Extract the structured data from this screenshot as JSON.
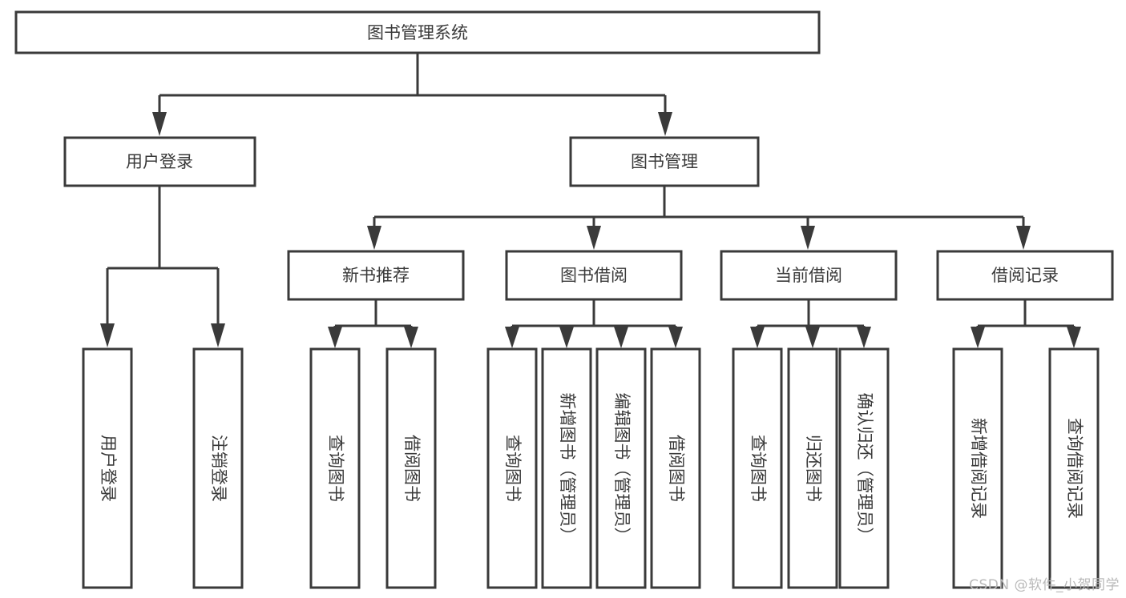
{
  "diagram": {
    "type": "tree",
    "title": "图书管理系统",
    "watermark": "CSDN @软件_小贺同学",
    "root": {
      "id": "root",
      "label": "图书管理系统",
      "shape": "rectangle"
    },
    "level1": [
      {
        "id": "user-login",
        "label": "用户登录"
      },
      {
        "id": "book-manage",
        "label": "图书管理"
      }
    ],
    "level2": [
      {
        "id": "new-book-recommend",
        "label": "新书推荐",
        "parent": "book-manage"
      },
      {
        "id": "book-borrow",
        "label": "图书借阅",
        "parent": "book-manage"
      },
      {
        "id": "current-borrow",
        "label": "当前借阅",
        "parent": "book-manage"
      },
      {
        "id": "borrow-record",
        "label": "借阅记录",
        "parent": "book-manage"
      }
    ],
    "leaves": {
      "user-login": [
        {
          "id": "leaf-user-login",
          "label": "用户登录"
        },
        {
          "id": "leaf-user-logout",
          "label": "注销登录"
        }
      ],
      "new-book-recommend": [
        {
          "id": "leaf-nbr-query",
          "label": "查询图书"
        },
        {
          "id": "leaf-nbr-borrow",
          "label": "借阅图书"
        }
      ],
      "book-borrow": [
        {
          "id": "leaf-bb-query",
          "label": "查询图书"
        },
        {
          "id": "leaf-bb-add",
          "label": "新增图书（管理员）"
        },
        {
          "id": "leaf-bb-edit",
          "label": "编辑图书（管理员）"
        },
        {
          "id": "leaf-bb-borrow",
          "label": "借阅图书"
        }
      ],
      "current-borrow": [
        {
          "id": "leaf-cb-query",
          "label": "查询图书"
        },
        {
          "id": "leaf-cb-return",
          "label": "归还图书"
        },
        {
          "id": "leaf-cb-confirm",
          "label": "确认归还（管理员）"
        }
      ],
      "borrow-record": [
        {
          "id": "leaf-br-add",
          "label": "新增借阅记录"
        },
        {
          "id": "leaf-br-query",
          "label": "查询借阅记录"
        }
      ]
    },
    "colors": {
      "stroke": "#3a3a3a",
      "fill": "#ffffff",
      "text": "#3a3a3a",
      "watermark": "#b9b9b9"
    }
  }
}
